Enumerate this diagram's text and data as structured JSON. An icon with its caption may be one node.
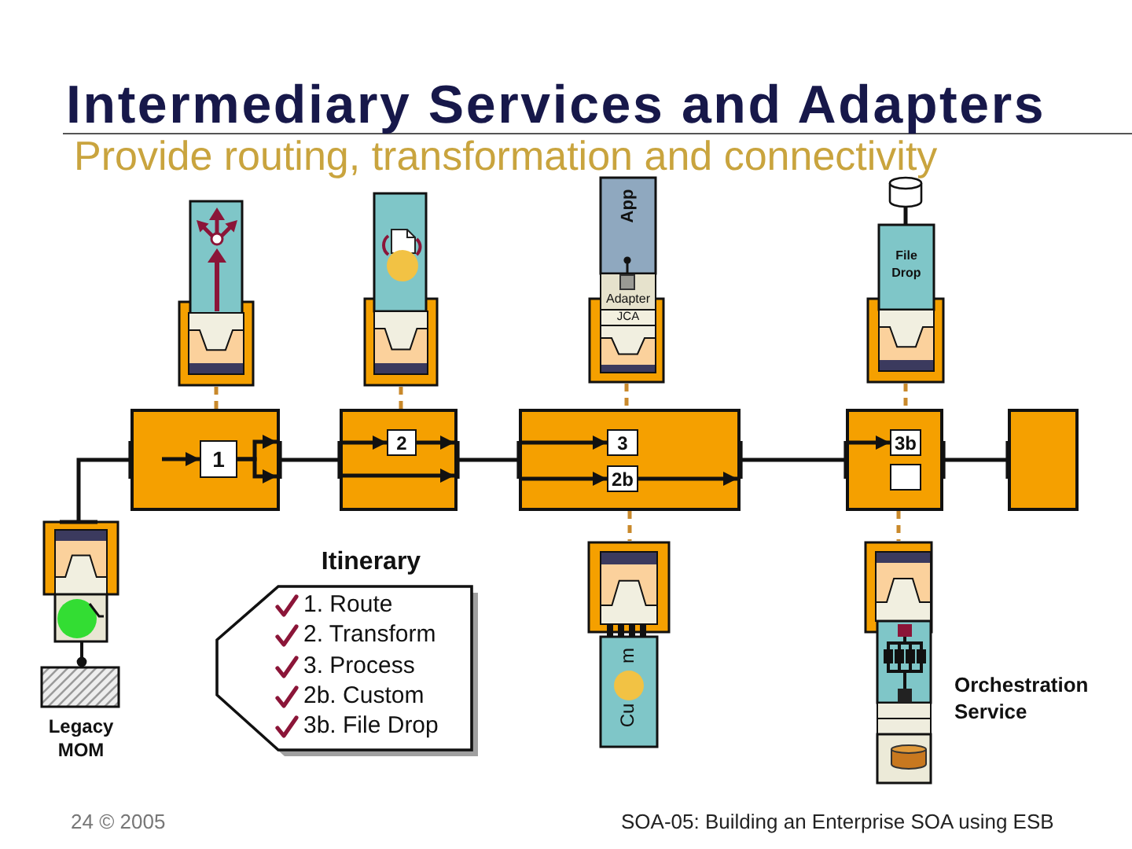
{
  "diagram": {
    "title": "Intermediary Services and Adapters",
    "nodes": [
      {
        "text": [],
        "shape": "picture"
      },
      {
        "text": [],
        "shape": "picture"
      },
      {
        "text": [
          "App",
          "Adapter",
          "JCA"
        ]
      },
      {
        "text": [
          "File Drop"
        ]
      },
      {
        "text": [],
        "shape": "box"
      },
      {
        "text": [
          "1"
        ],
        "in": 4
      },
      {
        "text": [],
        "shape": "box"
      },
      {
        "text": [
          "2"
        ],
        "in": 6
      },
      {
        "text": [],
        "shape": "box"
      },
      {
        "text": [
          "3"
        ],
        "in": 8
      },
      {
        "text": [
          "2b"
        ],
        "in": 8
      },
      {
        "text": [],
        "shape": "box"
      },
      {
        "text": [
          "3b"
        ],
        "in": 11
      },
      {
        "text": [],
        "shape": "box",
        "in": 11
      },
      {
        "text": [],
        "shape": "box"
      },
      {
        "text": [],
        "shape": "picture",
        "beside": [
          "Legacy MOM"
        ]
      },
      {
        "text": [
          "Itinerary",
          "1. Route",
          "2. Transform",
          "3. Process",
          "2b. Custom",
          "3b. File Drop"
        ]
      },
      {
        "text": [
          "Cu",
          "m"
        ]
      },
      {
        "text": [],
        "shape": "picture",
        "beside": [
          "Orchestration Service"
        ]
      }
    ],
    "edges": [
      {
        "from": 0,
        "to": 4,
        "arrow": "none",
        "style": "dashed",
        "color": "#c9892b"
      },
      {
        "from": 1,
        "to": 6,
        "arrow": "none",
        "style": "dashed",
        "color": "#c9892b"
      },
      {
        "from": 2,
        "to": 8,
        "arrow": "none",
        "style": "dashed",
        "color": "#c9892b"
      },
      {
        "from": 3,
        "to": 11,
        "arrow": "none",
        "style": "dashed",
        "color": "#c9892b"
      },
      {
        "from": 8,
        "to": 17,
        "arrow": "none",
        "style": "dashed",
        "color": "#c9892b"
      },
      {
        "from": 11,
        "to": 18,
        "arrow": "none",
        "style": "dashed",
        "color": "#c9892b"
      },
      {
        "from": 15,
        "to": 4,
        "arrow": "other"
      },
      {
        "from": 4,
        "to": 6,
        "arrow": "other"
      },
      {
        "from": 6,
        "to": 8,
        "arrow": "other"
      },
      {
        "from": 8,
        "to": 11,
        "arrow": "other"
      },
      {
        "from": 11,
        "to": 14,
        "arrow": "other"
      },
      {
        "from": null,
        "to": 5,
        "arrow": "to"
      },
      {
        "from": 5,
        "to": null,
        "arrow": "to"
      },
      {
        "from": 5,
        "to": null,
        "arrow": "to"
      },
      {
        "from": null,
        "to": 7,
        "arrow": "to"
      },
      {
        "from": 7,
        "to": null,
        "arrow": "to"
      },
      {
        "from": null,
        "to": 9,
        "arrow": "to"
      },
      {
        "from": null,
        "to": 10,
        "arrow": "to"
      },
      {
        "from": 10,
        "to": null,
        "arrow": "to"
      },
      {
        "from": null,
        "to": 12,
        "arrow": "to"
      }
    ],
    "labels": [
      "Provide routing, transformation and connectivity",
      "24 © 2005",
      "SOA-05: Building an Enterprise SOA using ESB"
    ]
  }
}
